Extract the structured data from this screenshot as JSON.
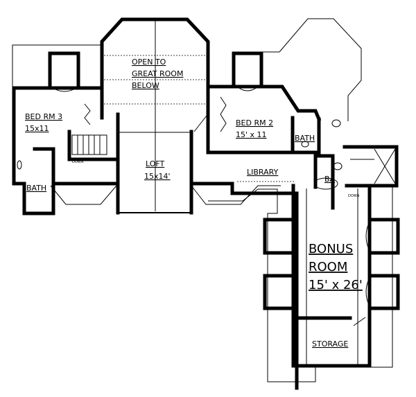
{
  "rooms": {
    "open_to_1": "OPEN TO",
    "open_to_2": "GREAT ROOM",
    "open_to_3": "BELOW",
    "bed3_name": "BED RM 3",
    "bed3_size": "15x11",
    "bed2_name": "BED RM 2",
    "bed2_size": "15' x 11",
    "loft_name": "LOFT",
    "loft_size": "15x14'",
    "library": "LIBRARY",
    "bath_right": "BATH",
    "bath_small": "BA",
    "bath_left": "BATH",
    "bonus_1": "BONUS",
    "bonus_2": "ROOM",
    "bonus_3": "15' x 26'",
    "storage": "STORAGE",
    "down_left": "DOWN",
    "down_right": "DOWN"
  }
}
